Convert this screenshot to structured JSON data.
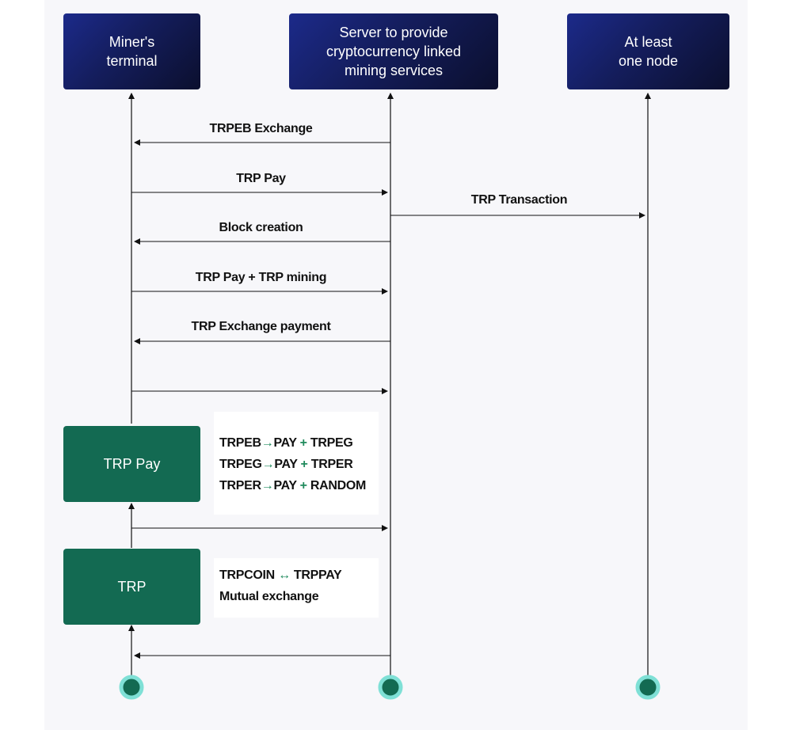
{
  "participants": {
    "miner": "Miner's\nterminal",
    "server": "Server to provide\ncryptocurrency linked\nmining services",
    "node": "At least\none node"
  },
  "messages": {
    "m1": "TRPEB Exchange",
    "m2": "TRP Pay",
    "m3": "TRP Transaction",
    "m4": "Block creation",
    "m5": "TRP Pay + TRP  mining",
    "m6": "TRP Exchange payment"
  },
  "boxes": {
    "trp_pay": "TRP Pay",
    "trp": "TRP"
  },
  "notes": {
    "pay_lines": [
      {
        "a": "TRPEB",
        "arrow": "→",
        "b": "PAY",
        "plus": "+",
        "c": "TRPEG"
      },
      {
        "a": "TRPEG",
        "arrow": "→",
        "b": "PAY",
        "plus": "+",
        "c": "TRPER"
      },
      {
        "a": "TRPER",
        "arrow": "→",
        "b": "PAY",
        "plus": "+",
        "c": "RANDOM"
      }
    ],
    "exchange_line1": {
      "a": "TRPCOIN",
      "arrow": "↔",
      "b": "TRPPAY"
    },
    "exchange_line2": "Mutual exchange"
  },
  "colors": {
    "header_bg": "#141d5c",
    "box_green": "#136a52",
    "endpoint": "#136a52",
    "endpoint_ring": "#7fe0d6",
    "symbol_green": "#1f8a5c"
  }
}
